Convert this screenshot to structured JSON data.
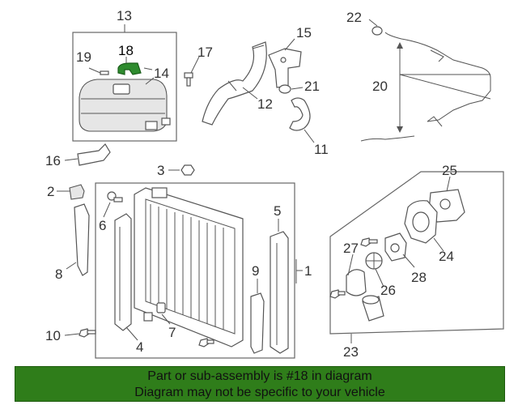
{
  "labels": {
    "p1": "1",
    "p2": "2",
    "p3": "3",
    "p4": "4",
    "p5": "5",
    "p6": "6",
    "p7": "7",
    "p8": "8",
    "p9": "9",
    "p10": "10",
    "p11": "11",
    "p12": "12",
    "p13": "13",
    "p14": "14",
    "p15": "15",
    "p16": "16",
    "p17": "17",
    "p18": "18",
    "p19": "19",
    "p20": "20",
    "p21": "21",
    "p22": "22",
    "p23": "23",
    "p24": "24",
    "p25": "25",
    "p26": "26",
    "p27": "27",
    "p28": "28"
  },
  "highlight": {
    "part": "18",
    "color": "#2e8b2e"
  },
  "banner": {
    "line1": "Part or sub-assembly is #18 in diagram",
    "line2": "Diagram may not be specific to your vehicle",
    "background": "#2f7d1a"
  }
}
